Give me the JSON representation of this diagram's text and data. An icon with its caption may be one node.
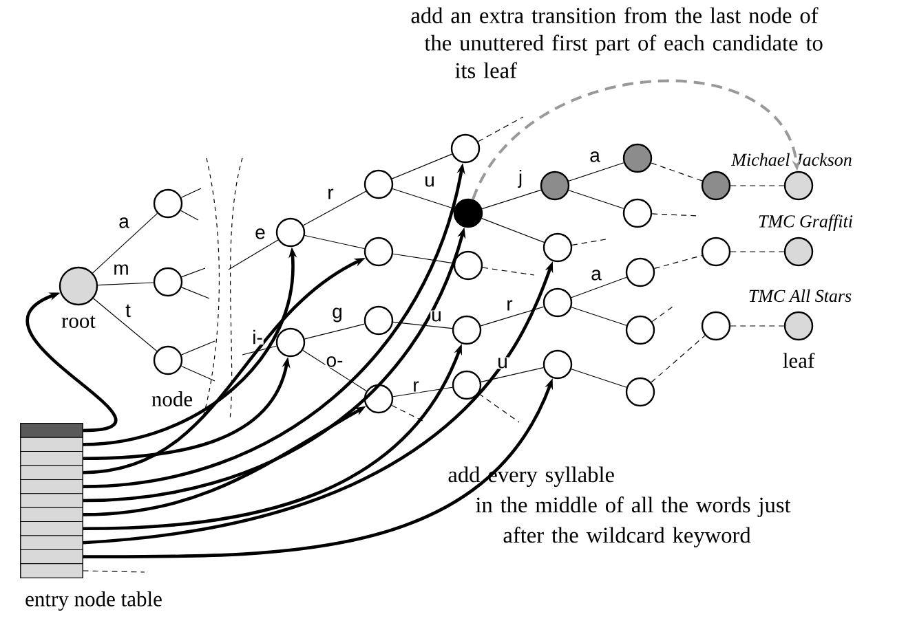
{
  "diagram": {
    "nodes": [
      {
        "text": [],
        "shape": "circle",
        "beside": [
          "root"
        ]
      },
      {
        "text": [],
        "shape": "circle"
      },
      {
        "text": [],
        "shape": "circle"
      },
      {
        "text": [],
        "shape": "circle",
        "beside": [
          "node"
        ]
      },
      {
        "text": [],
        "shape": "circle"
      },
      {
        "text": [],
        "shape": "circle"
      },
      {
        "text": [],
        "shape": "circle"
      },
      {
        "text": [],
        "shape": "circle"
      },
      {
        "text": [],
        "shape": "circle"
      },
      {
        "text": [],
        "shape": "circle"
      },
      {
        "text": [],
        "shape": "circle"
      },
      {
        "text": [],
        "shape": "circle"
      },
      {
        "text": [],
        "shape": "circle"
      },
      {
        "text": [],
        "shape": "circle"
      },
      {
        "text": [],
        "shape": "circle"
      },
      {
        "text": [],
        "shape": "circle"
      },
      {
        "text": [],
        "shape": "circle"
      },
      {
        "text": [],
        "shape": "circle"
      },
      {
        "text": [],
        "shape": "circle"
      },
      {
        "text": [],
        "shape": "circle"
      },
      {
        "text": [],
        "shape": "circle"
      },
      {
        "text": [],
        "shape": "circle"
      },
      {
        "text": [],
        "shape": "circle"
      },
      {
        "text": [],
        "shape": "circle"
      },
      {
        "text": [],
        "shape": "circle"
      },
      {
        "text": [],
        "shape": "circle",
        "beside": [
          "Michael Jackson"
        ]
      },
      {
        "text": [],
        "shape": "circle"
      },
      {
        "text": [],
        "shape": "circle",
        "beside": [
          "TMC Graffiti"
        ]
      },
      {
        "text": [],
        "shape": "circle"
      },
      {
        "text": [],
        "shape": "circle",
        "beside": [
          "TMC All Stars",
          "leaf"
        ]
      },
      {
        "text": [],
        "shape": "box",
        "beside": [
          "entry node table"
        ]
      },
      {
        "text": [],
        "shape": "box",
        "in": 30
      },
      {
        "text": [],
        "shape": "box",
        "in": 30
      },
      {
        "text": [],
        "shape": "box",
        "in": 30
      },
      {
        "text": [],
        "shape": "box",
        "in": 30
      },
      {
        "text": [],
        "shape": "box",
        "in": 30
      },
      {
        "text": [],
        "shape": "box",
        "in": 30
      },
      {
        "text": [],
        "shape": "box",
        "in": 30
      },
      {
        "text": [],
        "shape": "box",
        "in": 30
      },
      {
        "text": [],
        "shape": "box",
        "in": 30
      },
      {
        "text": [],
        "shape": "box",
        "in": 30
      },
      {
        "text": [],
        "shape": "box",
        "in": 30
      }
    ],
    "edges": [
      {
        "from": 0,
        "to": 1,
        "arrow": "none",
        "label": "a"
      },
      {
        "from": 0,
        "to": 2,
        "arrow": "none",
        "label": "m"
      },
      {
        "from": 0,
        "to": 3,
        "arrow": "none",
        "label": "t"
      },
      {
        "from": null,
        "to": 4,
        "arrow": "none",
        "label": "e"
      },
      {
        "from": null,
        "to": 7,
        "arrow": "none",
        "label": "i-"
      },
      {
        "from": 4,
        "to": 5,
        "arrow": "none",
        "label": "r"
      },
      {
        "from": 4,
        "to": 6,
        "arrow": "none"
      },
      {
        "from": 5,
        "to": 10,
        "arrow": "none"
      },
      {
        "from": 5,
        "to": 11,
        "arrow": "none",
        "label": "u"
      },
      {
        "from": 6,
        "to": 12,
        "arrow": "none"
      },
      {
        "from": 7,
        "to": 8,
        "arrow": "none",
        "label": "g"
      },
      {
        "from": 7,
        "to": 9,
        "arrow": "none",
        "label": "o-"
      },
      {
        "from": 8,
        "to": 13,
        "arrow": "none",
        "label": "u"
      },
      {
        "from": 9,
        "to": 14,
        "arrow": "none",
        "label": "r"
      },
      {
        "from": 11,
        "to": 15,
        "arrow": "none",
        "label": "j"
      },
      {
        "from": 11,
        "to": 16,
        "arrow": "none"
      },
      {
        "from": 13,
        "to": 17,
        "arrow": "none",
        "label": "r"
      },
      {
        "from": 14,
        "to": 18,
        "arrow": "none",
        "label": "u"
      },
      {
        "from": 15,
        "to": 19,
        "arrow": "none",
        "label": "a"
      },
      {
        "from": 15,
        "to": 20,
        "arrow": "none"
      },
      {
        "from": 17,
        "to": 21,
        "arrow": "none",
        "label": "a"
      },
      {
        "from": 17,
        "to": 22,
        "arrow": "none"
      },
      {
        "from": 18,
        "to": 23,
        "arrow": "none"
      },
      {
        "from": 19,
        "to": 24,
        "arrow": "none",
        "style": "dashed"
      },
      {
        "from": 24,
        "to": 25,
        "arrow": "none",
        "style": "dashed"
      },
      {
        "from": 21,
        "to": 26,
        "arrow": "none",
        "style": "dashed"
      },
      {
        "from": 26,
        "to": 27,
        "arrow": "none",
        "style": "dashed"
      },
      {
        "from": 23,
        "to": 28,
        "arrow": "none",
        "style": "dashed"
      },
      {
        "from": 28,
        "to": 29,
        "arrow": "none",
        "style": "dashed"
      },
      {
        "from": 11,
        "to": 25,
        "arrow": "to",
        "style": "dashed",
        "color": "#999999"
      },
      {
        "from": 31,
        "to": 0,
        "arrow": "to",
        "style": "thick"
      },
      {
        "from": 32,
        "to": 4,
        "arrow": "to",
        "style": "thick"
      },
      {
        "from": 33,
        "to": 7,
        "arrow": "to",
        "style": "thick"
      },
      {
        "from": 34,
        "to": 6,
        "arrow": "to",
        "style": "thick"
      },
      {
        "from": 35,
        "to": 10,
        "arrow": "to",
        "style": "thick"
      },
      {
        "from": 36,
        "to": 11,
        "arrow": "to",
        "style": "thick"
      },
      {
        "from": 37,
        "to": 9,
        "arrow": "to",
        "style": "thick"
      },
      {
        "from": 38,
        "to": 13,
        "arrow": "to",
        "style": "thick"
      },
      {
        "from": 39,
        "to": 16,
        "arrow": "to",
        "style": "thick"
      },
      {
        "from": 40,
        "to": 18,
        "arrow": "to",
        "style": "thick"
      },
      {
        "from": 1,
        "to": null,
        "arrow": "none"
      },
      {
        "from": 1,
        "to": null,
        "arrow": "none"
      },
      {
        "from": 2,
        "to": null,
        "arrow": "none"
      },
      {
        "from": 2,
        "to": null,
        "arrow": "none"
      },
      {
        "from": 3,
        "to": null,
        "arrow": "none"
      },
      {
        "from": 3,
        "to": null,
        "arrow": "none"
      },
      {
        "from": 10,
        "to": null,
        "arrow": "none",
        "style": "dashed"
      },
      {
        "from": 12,
        "to": null,
        "arrow": "none",
        "style": "dashed"
      },
      {
        "from": 16,
        "to": null,
        "arrow": "none",
        "style": "dashed"
      },
      {
        "from": 20,
        "to": null,
        "arrow": "none",
        "style": "dashed"
      },
      {
        "from": 9,
        "to": null,
        "arrow": "none",
        "style": "dashed"
      },
      {
        "from": 14,
        "to": null,
        "arrow": "none",
        "style": "dashed"
      },
      {
        "from": 22,
        "to": null,
        "arrow": "none",
        "style": "dashed"
      },
      {
        "from": 41,
        "to": null,
        "arrow": "none",
        "style": "dashed"
      }
    ],
    "labels": [
      "add an extra transition from the last node of the unuttered first part of each candidate to its leaf",
      "add every syllable in the middle of all the words just after the wildcard keyword"
    ]
  }
}
